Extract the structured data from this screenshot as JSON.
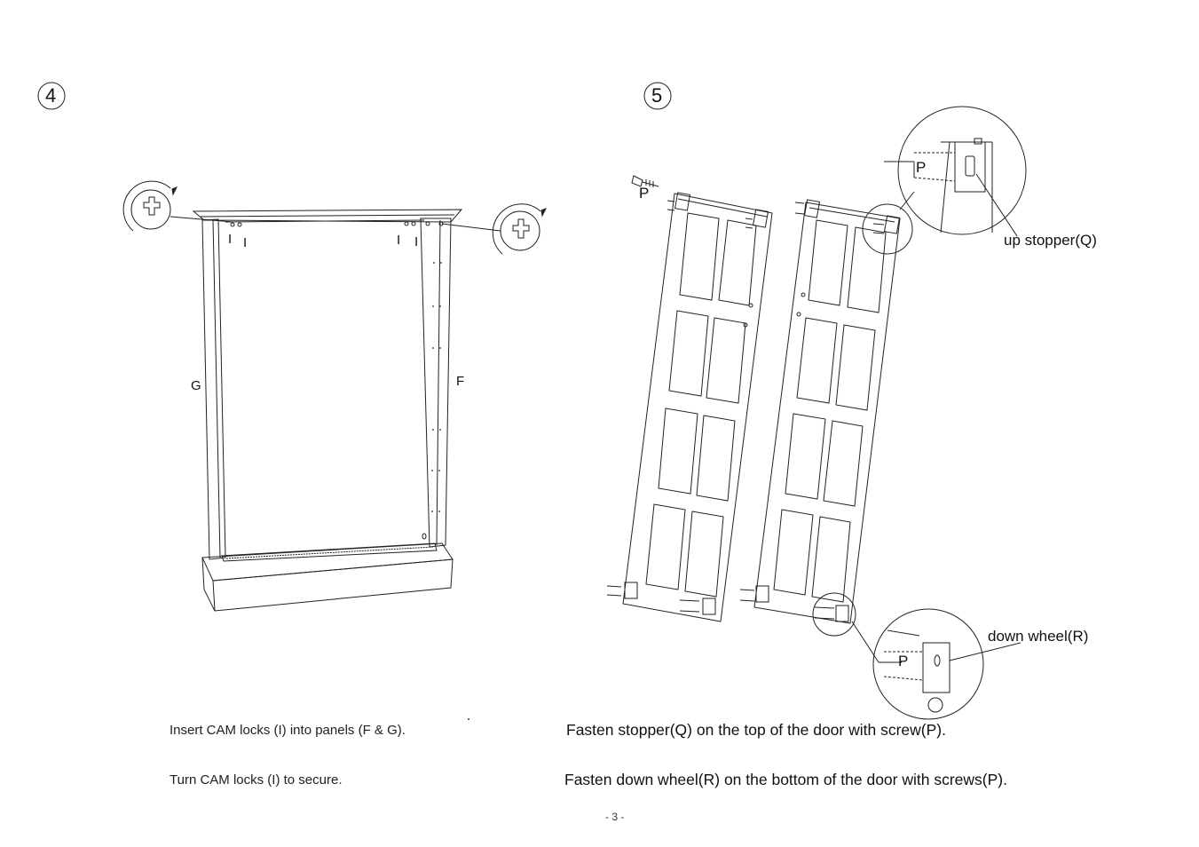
{
  "step4": {
    "number": "4",
    "labels": {
      "lock_a": "I",
      "lock_b": "I",
      "lock_c": "I",
      "lock_d": "I",
      "panel_g": "G",
      "panel_f": "F"
    },
    "instruction1": "Insert CAM locks (I) into panels (F & G).",
    "instruction2": "Turn CAM locks (I) to secure."
  },
  "step5": {
    "number": "5",
    "labels": {
      "screw_p": "P",
      "detail_top_p": "P",
      "detail_bottom_p": "P",
      "up_stopper": "up stopper(Q)",
      "down_wheel": "down wheel(R)"
    },
    "instruction1": "Fasten stopper(Q) on the top of the door with screw(P).",
    "instruction2": "Fasten down wheel(R) on the bottom of the door with screws(P)."
  },
  "footer": {
    "page_number": "- 3 -"
  }
}
